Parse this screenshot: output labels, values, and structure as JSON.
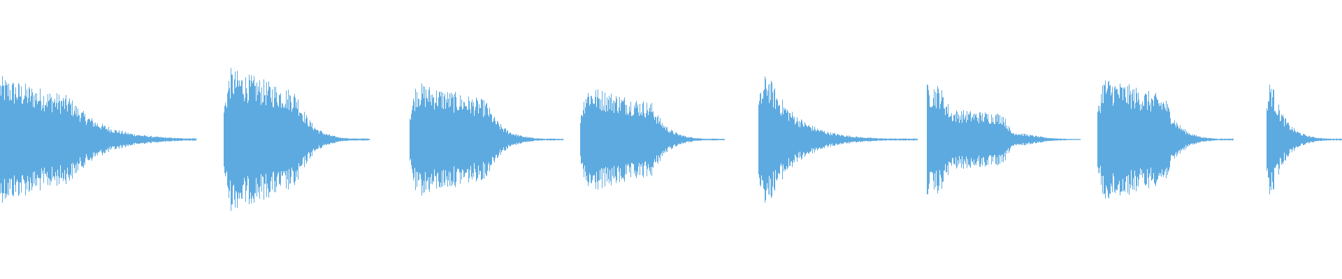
{
  "waveform": {
    "color": "#5DAAE0",
    "background": "#FFFFFF",
    "clips": [
      {
        "peak": 0.55,
        "decay": "long"
      },
      {
        "peak": 0.62,
        "decay": "medium"
      },
      {
        "peak": 0.5,
        "decay": "medium"
      },
      {
        "peak": 0.47,
        "decay": "medium"
      },
      {
        "peak": 0.6,
        "decay": "short"
      },
      {
        "peak": 0.48,
        "decay": "double"
      },
      {
        "peak": 0.55,
        "decay": "medium"
      },
      {
        "peak": 0.55,
        "decay": "short"
      }
    ]
  }
}
